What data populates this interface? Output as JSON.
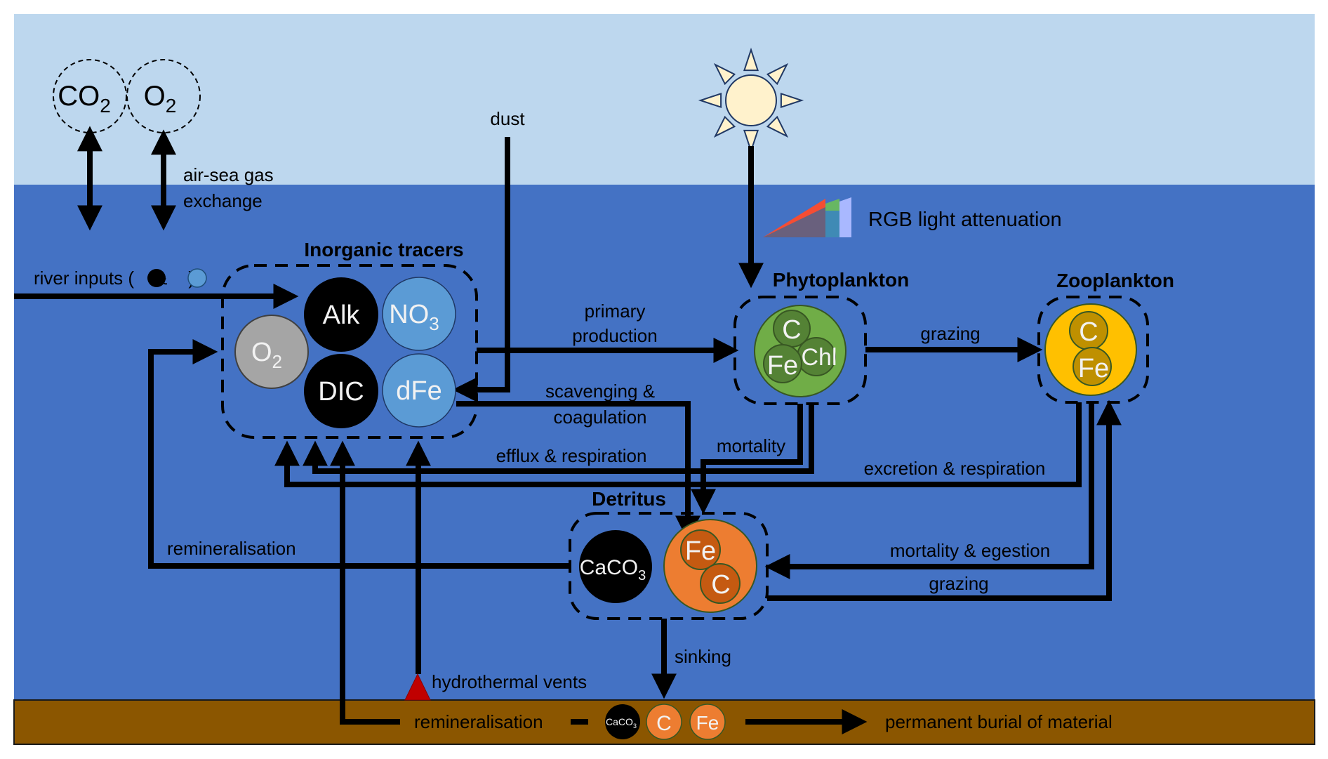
{
  "colors": {
    "sky": "#BDD7EE",
    "water": "#4472C4",
    "sediment": "#8B5600",
    "alk_dic": "#000000",
    "no3_dfe": "#5B9BD5",
    "o2": "#A5A5A5",
    "phyto_outer": "#70AD47",
    "phyto_inner": "#548235",
    "zoo_outer": "#FFC000",
    "zoo_inner": "#BF9000",
    "detritus_outer": "#ED7D31",
    "detritus_inner": "#C55A11",
    "sun": "#FFF2CC",
    "vent": "#C00000"
  },
  "atmosphere": {
    "gases": [
      {
        "label": "CO",
        "sub": "2"
      },
      {
        "label": "O",
        "sub": "2"
      }
    ],
    "air_sea_label_1": "air-sea gas",
    "air_sea_label_2": "exchange",
    "dust_label": "dust",
    "sun_icon": "sun-icon"
  },
  "light": {
    "label": "RGB light attenuation"
  },
  "river": {
    "label_prefix": "river inputs (",
    "label_amp": "&",
    "label_suffix": ")"
  },
  "inorganic": {
    "title": "Inorganic tracers",
    "tracers": [
      {
        "id": "o2",
        "label": "O",
        "sub": "2"
      },
      {
        "id": "alk",
        "label": "Alk",
        "sub": ""
      },
      {
        "id": "dic",
        "label": "DIC",
        "sub": ""
      },
      {
        "id": "no3",
        "label": "NO",
        "sub": "3"
      },
      {
        "id": "dfe",
        "label": "dFe",
        "sub": ""
      }
    ]
  },
  "phytoplankton": {
    "title": "Phytoplankton",
    "components": [
      "C",
      "Fe",
      "Chl"
    ]
  },
  "zooplankton": {
    "title": "Zooplankton",
    "components": [
      "C",
      "Fe"
    ]
  },
  "detritus": {
    "title": "Detritus",
    "caco3": {
      "label": "CaCO",
      "sub": "3"
    },
    "components": [
      "Fe",
      "C"
    ]
  },
  "flows": {
    "primary_production_1": "primary",
    "primary_production_2": "production",
    "grazing_phyto": "grazing",
    "scavenging_1": "scavenging &",
    "scavenging_2": "coagulation",
    "efflux": "efflux & respiration",
    "mortality_phyto": "mortality",
    "excretion": "excretion & respiration",
    "mortality_egestion": "mortality & egestion",
    "grazing_detritus": "grazing",
    "remineralisation_water": "remineralisation",
    "sinking": "sinking",
    "hydrothermal": "hydrothermal vents",
    "remineralisation_sediment": "remineralisation",
    "burial": "permanent burial of material"
  },
  "sediment": {
    "items": [
      {
        "label": "CaCO",
        "sub": "3"
      },
      {
        "label": "C",
        "sub": ""
      },
      {
        "label": "Fe",
        "sub": ""
      }
    ]
  }
}
